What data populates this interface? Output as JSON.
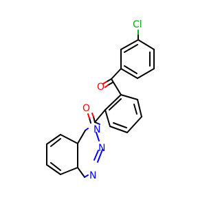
{
  "molecule": {
    "atom_labels": {
      "chlorine": "Cl",
      "ketone_oxygen": "O",
      "amide_oxygen": "O",
      "n1": "N",
      "n2": "N",
      "n3": "N"
    },
    "colors": {
      "carbon_bond": "#000000",
      "nitrogen": "#0000ff",
      "oxygen": "#ff0000",
      "chlorine": "#00b000",
      "background": "#ffffff"
    }
  }
}
